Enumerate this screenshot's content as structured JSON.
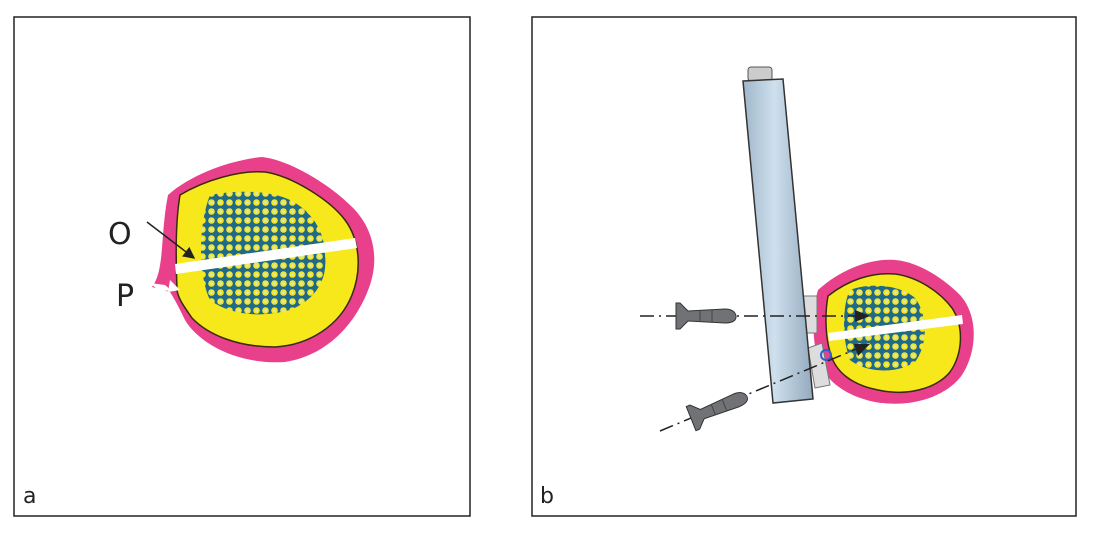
{
  "panels": [
    {
      "label": "a",
      "annotations": {
        "O": "O",
        "P": "P"
      }
    },
    {
      "label": "b"
    }
  ],
  "colors": {
    "periosteum": "#e8408a",
    "cortex": "#f7e81c",
    "cancellous_mesh": "#1f6a8a",
    "rod": "#b7cde0",
    "screw": "#707276"
  }
}
